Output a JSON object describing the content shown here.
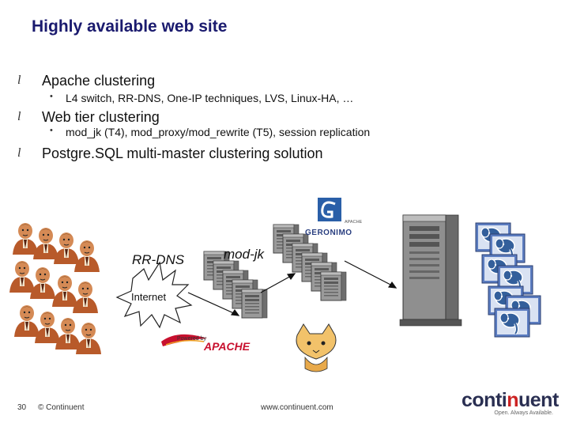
{
  "slide": {
    "title": "Highly available web site",
    "bullets": [
      {
        "text": "Apache clustering",
        "sub": "L4 switch, RR-DNS, One-IP techniques, LVS, Linux-HA, …"
      },
      {
        "text": "Web tier clustering",
        "sub": "mod_jk (T4), mod_proxy/mod_rewrite (T5), session replication"
      },
      {
        "text": "Postgre.SQL multi-master clustering solution",
        "sub": ""
      }
    ],
    "bullet_mark": "l",
    "sub_mark": "•"
  },
  "diagram": {
    "rr_dns_label": "RR-DNS",
    "mod_jk_label": "mod-jk",
    "internet_label": "Internet",
    "geronimo_label": "GERONIMO",
    "geronimo_small": "APACHE",
    "powered_by_label": "Powered by",
    "apache_logo_text": "APACHE",
    "colors": {
      "server": "#8d8d8d",
      "server_dark": "#5a5a5a",
      "db_card": "#5577bb",
      "apache_red": "#c8102e",
      "person": "#c8733a"
    }
  },
  "footer": {
    "page_number": "30",
    "copyright": "© Continuent",
    "url": "www.continuent.com"
  },
  "logo": {
    "brand_pre": "conti",
    "brand_u": "n",
    "brand_post": "uent",
    "tagline": "Open. Always Available."
  }
}
